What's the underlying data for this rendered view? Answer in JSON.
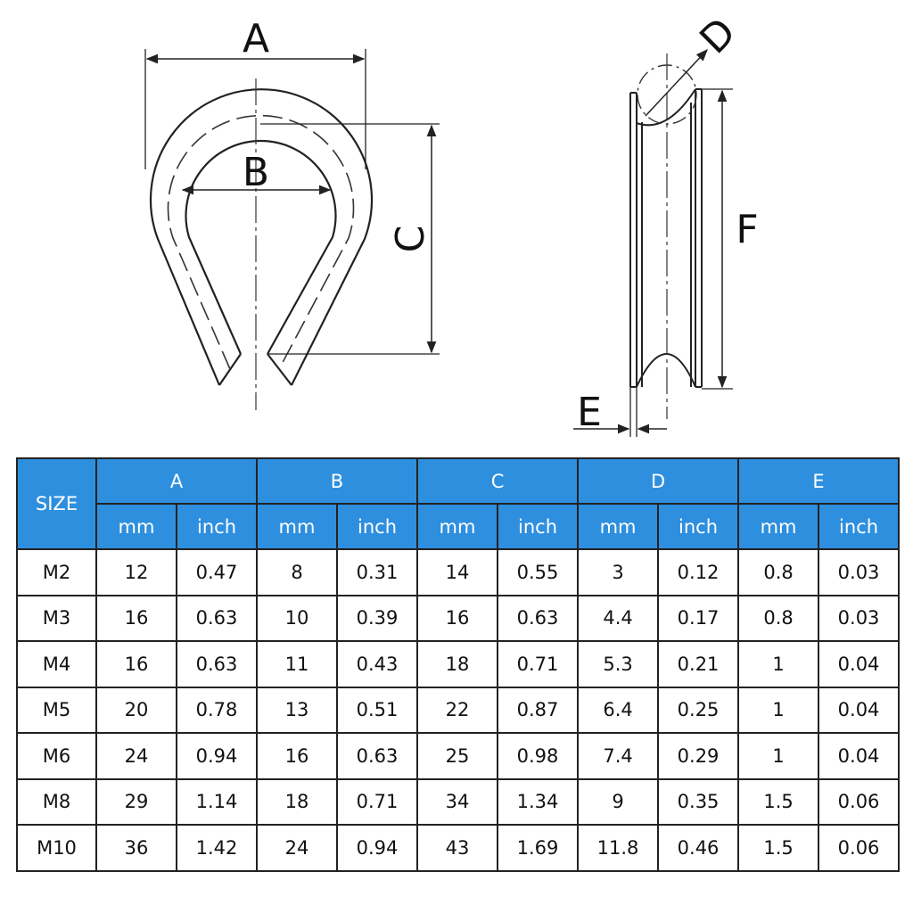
{
  "diagram": {
    "labels": {
      "a": "A",
      "b": "B",
      "c": "C",
      "d": "D",
      "e": "E",
      "f": "F"
    }
  },
  "table": {
    "size_header": "SIZE",
    "groups": [
      "A",
      "B",
      "C",
      "D",
      "E"
    ],
    "units": [
      "mm",
      "inch",
      "mm",
      "inch",
      "mm",
      "inch",
      "mm",
      "inch",
      "mm",
      "inch"
    ],
    "rows": [
      [
        "M2",
        "12",
        "0.47",
        "8",
        "0.31",
        "14",
        "0.55",
        "3",
        "0.12",
        "0.8",
        "0.03"
      ],
      [
        "M3",
        "16",
        "0.63",
        "10",
        "0.39",
        "16",
        "0.63",
        "4.4",
        "0.17",
        "0.8",
        "0.03"
      ],
      [
        "M4",
        "16",
        "0.63",
        "11",
        "0.43",
        "18",
        "0.71",
        "5.3",
        "0.21",
        "1",
        "0.04"
      ],
      [
        "M5",
        "20",
        "0.78",
        "13",
        "0.51",
        "22",
        "0.87",
        "6.4",
        "0.25",
        "1",
        "0.04"
      ],
      [
        "M6",
        "24",
        "0.94",
        "16",
        "0.63",
        "25",
        "0.98",
        "7.4",
        "0.29",
        "1",
        "0.04"
      ],
      [
        "M8",
        "29",
        "1.14",
        "18",
        "0.71",
        "34",
        "1.34",
        "9",
        "0.35",
        "1.5",
        "0.06"
      ],
      [
        "M10",
        "36",
        "1.42",
        "24",
        "0.94",
        "43",
        "1.69",
        "11.8",
        "0.46",
        "1.5",
        "0.06"
      ]
    ]
  },
  "colors": {
    "header_blue": "#2e8fde",
    "line": "#222222"
  }
}
